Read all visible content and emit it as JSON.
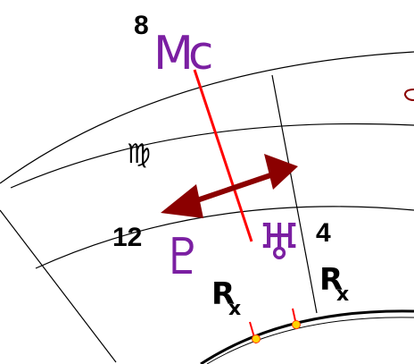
{
  "labels": {
    "mc_house": "8",
    "mc": "Mc",
    "virgo_sign": "♍",
    "pluto_house": "12",
    "pluto_glyph": "♇",
    "uranus_house": "4",
    "uranus_glyph": "♅",
    "rx_mark": "R",
    "rx_sub": "x"
  },
  "colors": {
    "planet": "#7B1FA2",
    "mc_line": "#FF0000",
    "aspect_arrow": "#8B0000",
    "lines": "#000000",
    "retro_tick": "#FF0000",
    "retro_dot": "#FFD400"
  }
}
